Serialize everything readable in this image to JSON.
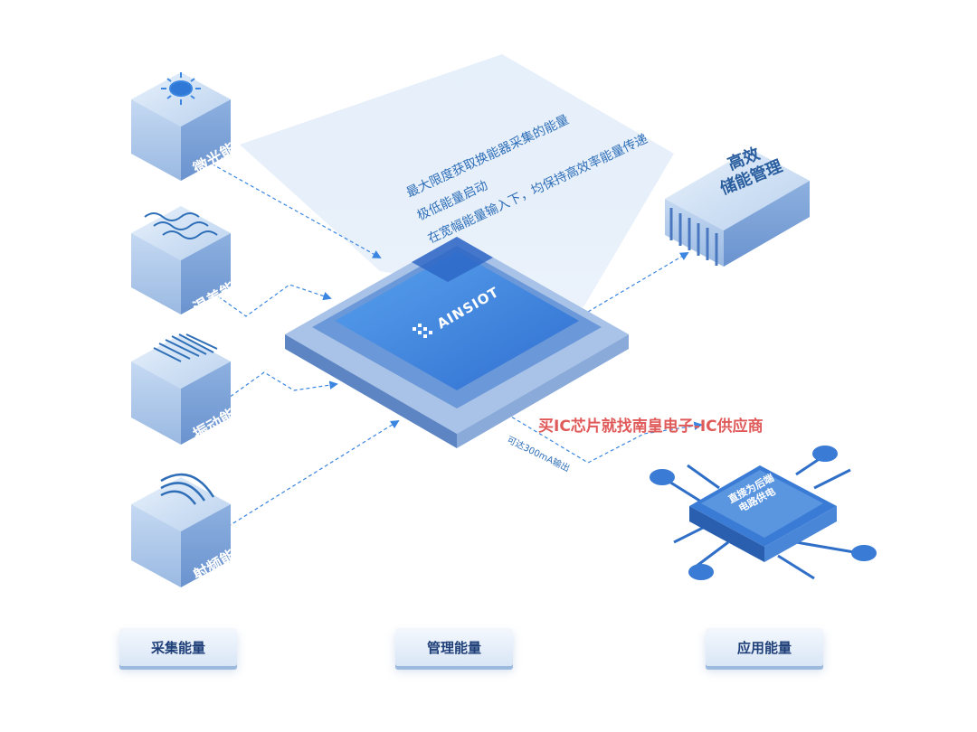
{
  "sources": [
    {
      "label": "微光能",
      "icon": "sun-icon"
    },
    {
      "label": "温差能",
      "icon": "heat-waves-icon"
    },
    {
      "label": "振动能",
      "icon": "vibration-icon"
    },
    {
      "label": "射频能",
      "icon": "radio-signal-icon"
    }
  ],
  "features": [
    "最大限度获取换能器采集的能量",
    "极低能量启动",
    "在宽幅能量输入下，均保持高效率能量传递"
  ],
  "chip": {
    "logo": "AINSIOT"
  },
  "storage": {
    "line1": "高效",
    "line2": "储能管理"
  },
  "application": {
    "line1": "直接为后端",
    "line2": "电路供电",
    "output_note": "可达300mA输出"
  },
  "watermark": "买IC芯片就找南皇电子-IC供应商",
  "stages": {
    "collect": "采集能量",
    "manage": "管理能量",
    "apply": "应用能量"
  },
  "colors": {
    "accent": "#3a86e0",
    "cube_light": "#cfe0f5",
    "cube_dark": "#7fa6d8",
    "watermark": "#e05a5a"
  }
}
